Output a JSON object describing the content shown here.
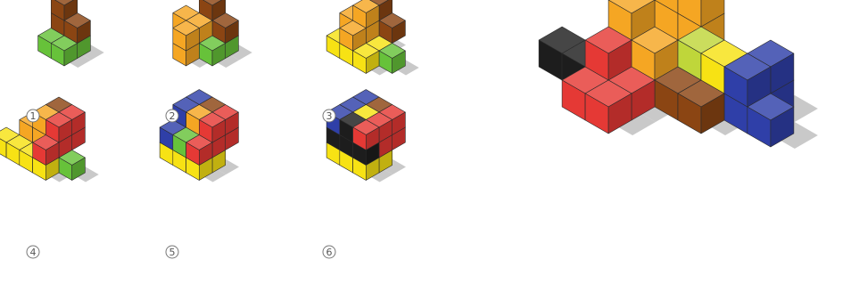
{
  "steps": [
    {
      "number": "1"
    },
    {
      "number": "2"
    },
    {
      "number": "3"
    },
    {
      "number": "4"
    },
    {
      "number": "5"
    },
    {
      "number": "6"
    }
  ],
  "colors": {
    "brown": "#8b4513",
    "green": "#67c23a",
    "orange": "#f5a623",
    "yellow": "#f7e214",
    "red": "#e53935",
    "blue": "#2f3fa8",
    "black": "#1d1d1d",
    "olive": "#bfd63a"
  },
  "pieces": [
    "brown",
    "green",
    "orange",
    "yellow",
    "red",
    "blue",
    "black"
  ]
}
